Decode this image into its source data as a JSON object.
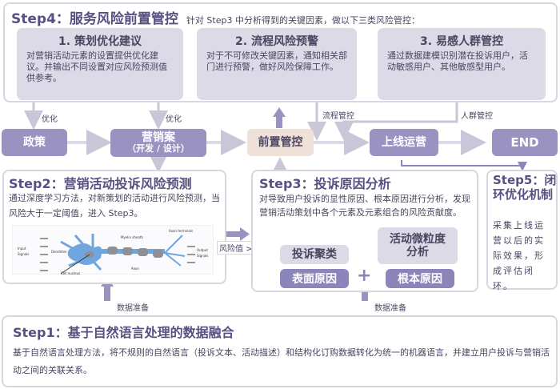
{
  "step4": {
    "title": "Step4：服务风险前置管控",
    "intro": "针对 Step3 中分析得到的关键因素，做以下三类风险管控：",
    "cards": [
      {
        "title": "1. 策划优化建议",
        "desc": "对营销活动元素的设置提供优化建议。并输出不同设置对应风险预测值供参考。"
      },
      {
        "title": "2. 流程风险预警",
        "desc": "对于不可修改关键因素，通知相关部门进行预警，做好风险保障工作。"
      },
      {
        "title": "3. 易感人群管控",
        "desc": "通过数据建模识别潜在投诉用户，活动敏感用户、其他敏感型用户。"
      }
    ]
  },
  "flow": {
    "nodes": {
      "policy": "政策",
      "marketing": "营销案",
      "marketing_sub": "（开发 / 设计）",
      "precontrol": "前置管控",
      "launch": "上线运营",
      "end": "END"
    },
    "labels": {
      "optimize_1": "优化",
      "optimize_2": "优化",
      "process_control": "流程管控",
      "crowd_control": "人群管控",
      "threshold": "风险值 >R",
      "data_prep_1": "数据准备",
      "data_prep_2": "数据准备"
    }
  },
  "step2": {
    "title": "Step2：营销活动投诉风险预测",
    "desc": "通过深度学习方法，对新策划的活动进行风险预测，当风险大于一定阈值，进入 Step3。",
    "figure": {
      "labels": [
        "Input Signals",
        "Dendrites",
        "Cell nucleus",
        "Myelin sheath",
        "Axon",
        "Axon terminals",
        "Output Signals"
      ]
    }
  },
  "step3": {
    "title": "Step3：投诉原因分析",
    "desc": "对导致用户投诉的显性原因、根本原因进行分析，发现营销活动策划中各个元素及元素组合的风险贡献度。",
    "clustering": "投诉聚类",
    "micro_analysis": "活动微粒度分析",
    "surface_cause": "表面原因",
    "plus": "+",
    "root_cause": "根本原因"
  },
  "step5": {
    "title": "Step5：闭环优化机制",
    "desc": "采集上线运营以后的实际效果，形成评估闭环。"
  },
  "step1": {
    "title": "Step1：基于自然语言处理的数据融合",
    "desc": "基于自然语言处理方法，将不规则的自然语言（投诉文本、活动描述）和结构化订购数据转化为统一的机器语言，并建立用户投诉与营销活动之间的关联关系。"
  },
  "colors": {
    "node": "#9a93c2",
    "precontrol": "#efe0d8",
    "panel_border": "#d9d6e3",
    "card_bg": "#dcdae6",
    "title": "#5a4f82"
  }
}
